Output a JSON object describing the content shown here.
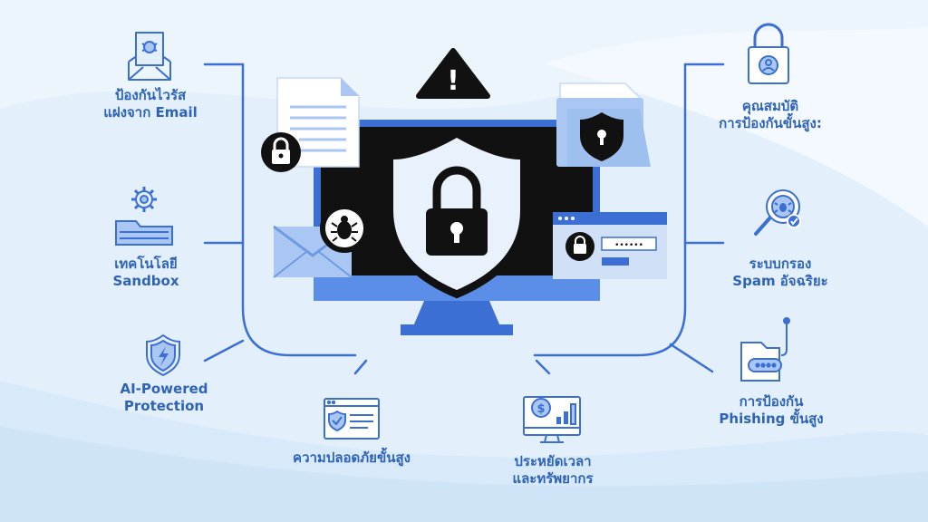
{
  "colors": {
    "brand_blue": "#3b6fd4",
    "light_blue": "#a9c7f2",
    "label_blue": "#2f63b5",
    "screen_dark": "#111111",
    "background": "#e3f0fb"
  },
  "warning_icon": {
    "glyph": "!"
  },
  "password_field": {
    "mask": "••••••"
  },
  "features": {
    "email_virus": {
      "icon": "email-bug-icon",
      "line1": "ป้องกันไวรัส",
      "line2": "แฝงจาก Email"
    },
    "sandbox": {
      "icon": "sandbox-gear-icon",
      "line1": "เทคโนโลยี",
      "line2": "Sandbox"
    },
    "ai_protection": {
      "icon": "shield-bolt-icon",
      "line1": "AI-Powered",
      "line2": "Protection"
    },
    "high_security": {
      "icon": "browser-shield-icon",
      "line1": "ความปลอดภัยขั้นสูง"
    },
    "save_resources": {
      "icon": "monitor-dollar-icon",
      "line1": "ประหยัดเวลา",
      "line2": "และทรัพยากร"
    },
    "advanced_features": {
      "icon": "padlock-user-icon",
      "line1": "คุณสมบัติ",
      "line2": "การป้องกันขั้นสูง:"
    },
    "spam_filter": {
      "icon": "magnifier-bug-icon",
      "line1": "ระบบกรอง",
      "line2": "Spam อัจฉริยะ"
    },
    "phishing": {
      "icon": "folder-hook-icon",
      "line1": "การป้องกัน",
      "line2": "Phishing ขั้นสูง"
    }
  }
}
